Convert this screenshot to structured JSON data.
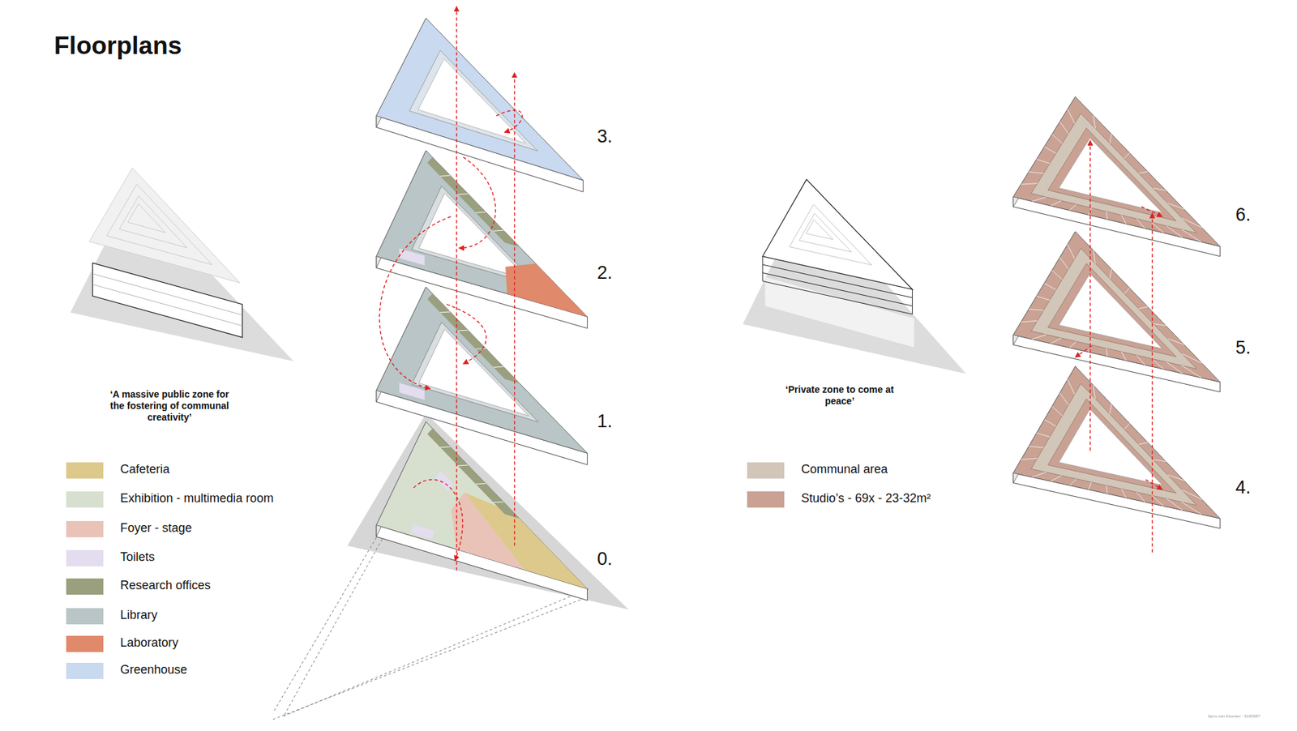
{
  "diagram": {
    "title": "Floorplans",
    "labels": [
      "3.",
      "2.",
      "1.",
      "0.",
      "‘A massive public zone for the fostering of communal creativity’",
      "6.",
      "5.",
      "4.",
      "‘Private zone to come at peace’",
      "Sjors van Kloester - 5183987"
    ],
    "legend": [
      {
        "text": "Cafeteria",
        "color": "#ddc98c"
      },
      {
        "text": "Exhibition - multimedia room",
        "color": "#d7e0cf"
      },
      {
        "text": "Foyer - stage",
        "color": "#e9c3b7"
      },
      {
        "text": "Toilets",
        "color": "#e4dcef"
      },
      {
        "text": "Research offices",
        "color": "#9a9f7e"
      },
      {
        "text": "Library",
        "color": "#b9c5c6"
      },
      {
        "text": "Laboratory",
        "color": "#e0896b"
      },
      {
        "text": "Greenhouse",
        "color": "#c9d9ef"
      },
      {
        "text": "Communal area",
        "color": "#d2c6b9"
      },
      {
        "text": "Studio’s - 69x - 23-32m²",
        "color": "#c9a294"
      }
    ]
  }
}
